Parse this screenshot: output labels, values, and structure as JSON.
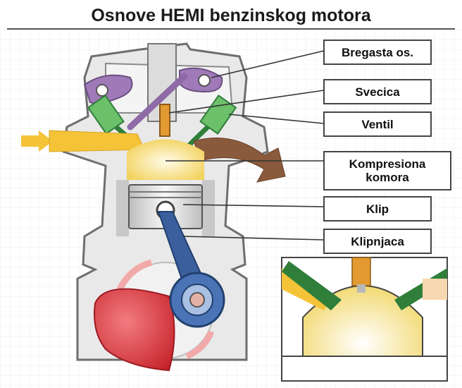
{
  "title": "Osnove HEMI benzinskog motora",
  "labels": [
    {
      "id": "bregasta",
      "text": "Bregasta os."
    },
    {
      "id": "svecica",
      "text": "Svecica"
    },
    {
      "id": "ventil",
      "text": "Ventil"
    },
    {
      "id": "kompresiona",
      "line1": "Kompresiona",
      "line2": "komora"
    },
    {
      "id": "klip",
      "text": "Klip"
    },
    {
      "id": "klipnjaca",
      "text": "Klipnjaca"
    }
  ],
  "colors": {
    "block": "#e9e9e9",
    "outline": "#6e6e6e",
    "intake": "#f5c338",
    "exhaust": "#8a5a3c",
    "cam": "#a07ab8",
    "valve": "#2f7f3a",
    "crank": "#d9313a",
    "rod": "#3a5f9c",
    "chamber": "#f7e49a"
  }
}
